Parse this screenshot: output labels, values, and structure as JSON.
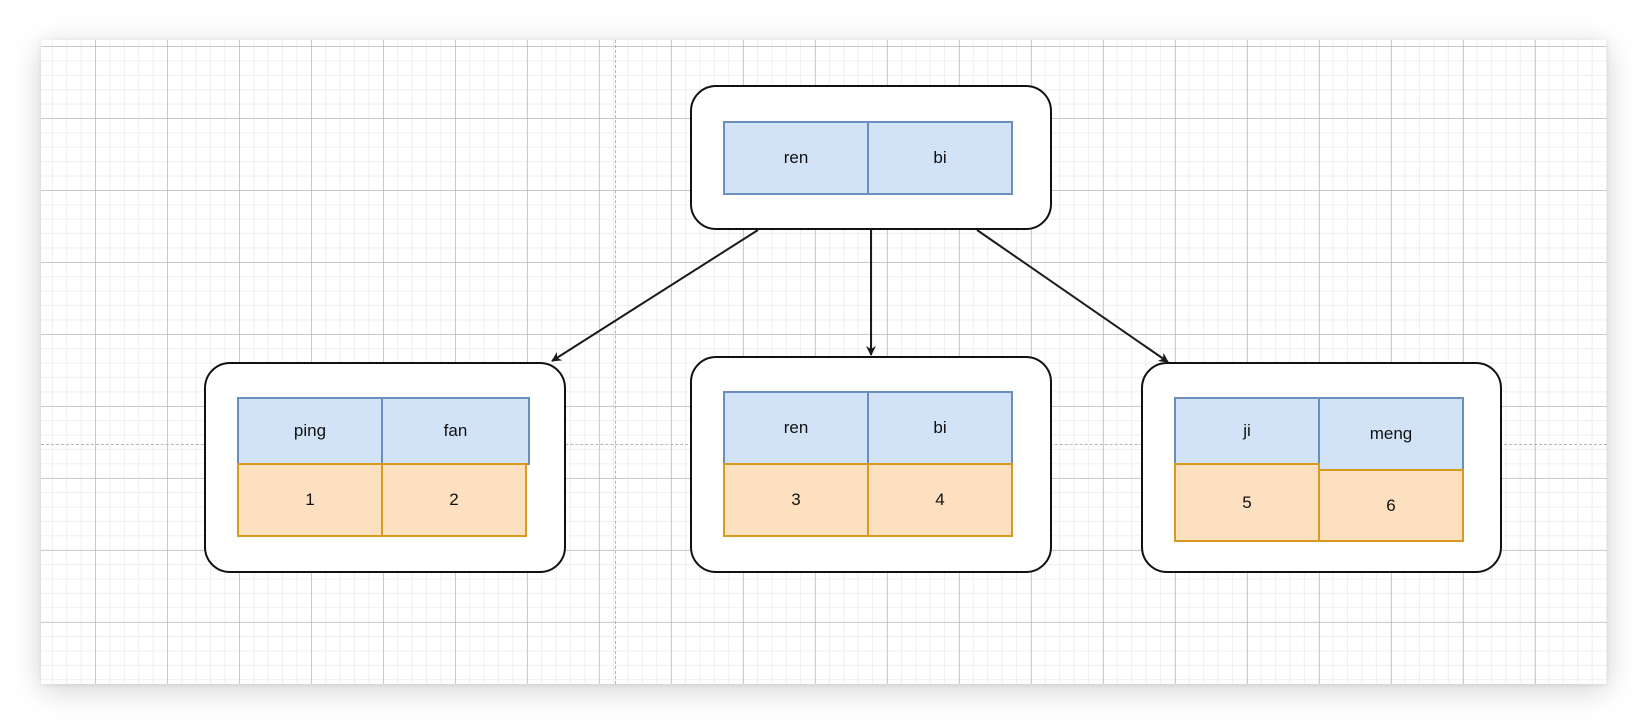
{
  "colors": {
    "key_fill": "#d2e3f8",
    "key_stroke": "#6c8ebf",
    "value_fill": "#fde0c0",
    "value_stroke": "#d79b21",
    "node_stroke": "#111111",
    "edge": "#1a1a1a"
  },
  "root": {
    "keys": [
      "ren",
      "bi"
    ]
  },
  "children": [
    {
      "keys": [
        "ping",
        "fan"
      ],
      "values": [
        "1",
        "2"
      ]
    },
    {
      "keys": [
        "ren",
        "bi"
      ],
      "values": [
        "3",
        "4"
      ]
    },
    {
      "keys": [
        "ji",
        "meng"
      ],
      "values": [
        "5",
        "6"
      ]
    }
  ]
}
